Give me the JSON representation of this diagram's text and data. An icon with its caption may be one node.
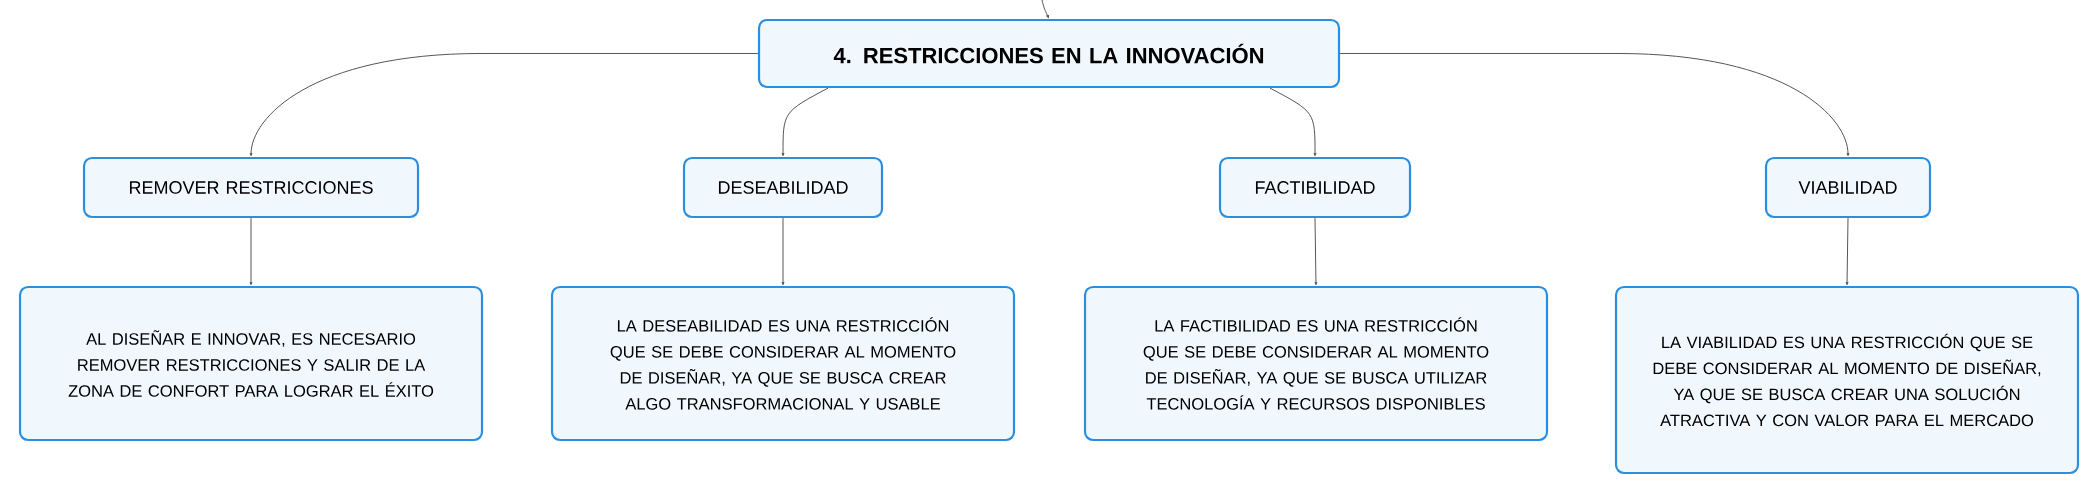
{
  "diagram": {
    "nodes": [
      {
        "text": [
          "4. RESTRICCIONES EN LA INNOVACIÓN"
        ]
      },
      {
        "text": [
          "REMOVER RESTRICCIONES"
        ]
      },
      {
        "text": [
          "DESEABILIDAD"
        ]
      },
      {
        "text": [
          "FACTIBILIDAD"
        ]
      },
      {
        "text": [
          "VIABILIDAD"
        ]
      },
      {
        "text": [
          "AL DISEÑAR E INNOVAR, ES NECESARIO REMOVER RESTRICCIONES Y SALIR DE LA ZONA DE CONFORT PARA LOGRAR EL ÉXITO"
        ]
      },
      {
        "text": [
          "LA DESEABILIDAD ES UNA RESTRICCIÓN QUE SE DEBE CONSIDERAR AL MOMENTO DE DISEÑAR, YA QUE SE BUSCA CREAR ALGO TRANSFORMACIONAL Y USABLE"
        ]
      },
      {
        "text": [
          "LA FACTIBILIDAD ES UNA RESTRICCIÓN QUE SE DEBE CONSIDERAR AL MOMENTO DE DISEÑAR, YA QUE SE BUSCA UTILIZAR TECNOLOGÍA Y RECURSOS DISPONIBLES"
        ]
      },
      {
        "text": [
          "LA VIABILIDAD ES UNA RESTRICCIÓN QUE SE DEBE CONSIDERAR AL MOMENTO DE DISEÑAR, YA QUE SE BUSCA CREAR UNA SOLUCIÓN ATRACTIVA Y CON VALOR PARA EL MERCADO"
        ]
      }
    ],
    "edges": [
      {
        "from": null,
        "to": 0,
        "arrow": "to"
      },
      {
        "from": 0,
        "to": 1,
        "arrow": "to"
      },
      {
        "from": 0,
        "to": 2,
        "arrow": "to"
      },
      {
        "from": 0,
        "to": 3,
        "arrow": "to"
      },
      {
        "from": 0,
        "to": 4,
        "arrow": "to"
      },
      {
        "from": 1,
        "to": 5,
        "arrow": "to"
      },
      {
        "from": 2,
        "to": 6,
        "arrow": "to"
      },
      {
        "from": 3,
        "to": 7,
        "arrow": "to"
      },
      {
        "from": 4,
        "to": 8,
        "arrow": "to"
      }
    ]
  }
}
